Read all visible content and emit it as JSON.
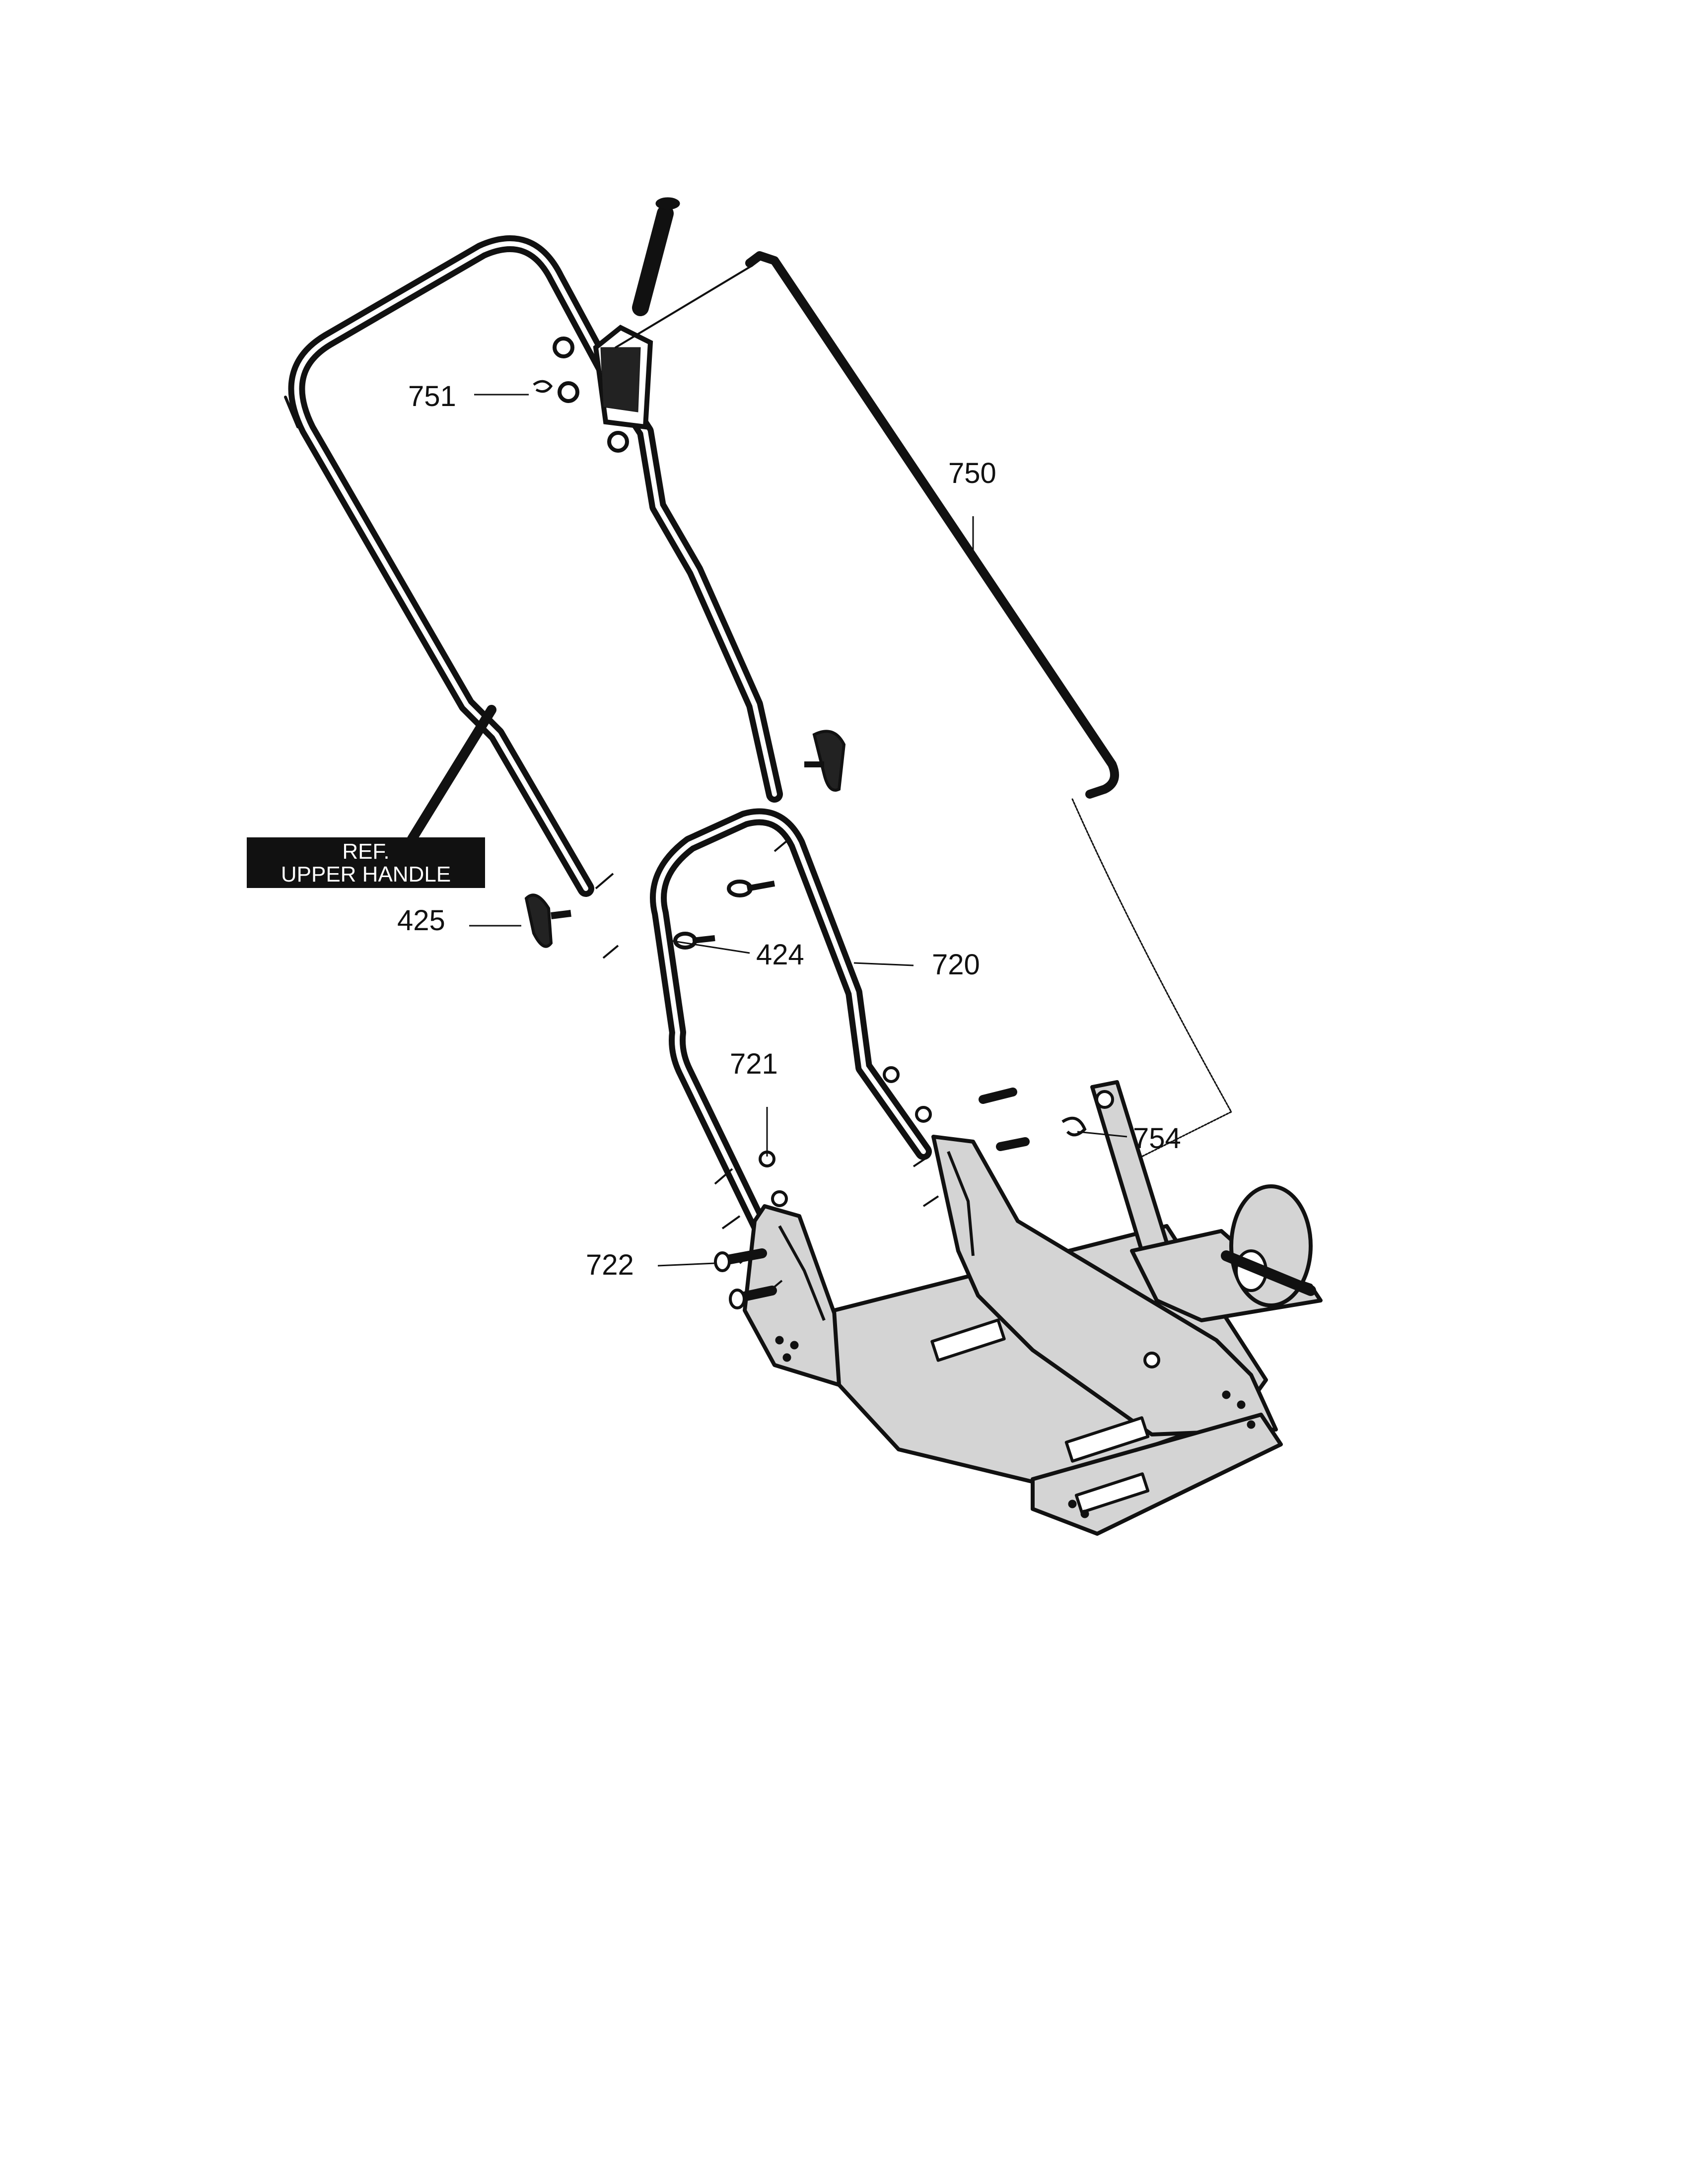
{
  "diagram": {
    "ref_box": {
      "line1": "REF.",
      "line2": "UPPER HANDLE"
    },
    "part_labels": {
      "p751": "751",
      "p750": "750",
      "p425": "425",
      "p424": "424",
      "p720": "720",
      "p721": "721",
      "p754": "754",
      "p722": "722"
    },
    "colors": {
      "ink": "#111111",
      "frame_fill": "#d4d4d4",
      "paper": "#ffffff"
    }
  }
}
